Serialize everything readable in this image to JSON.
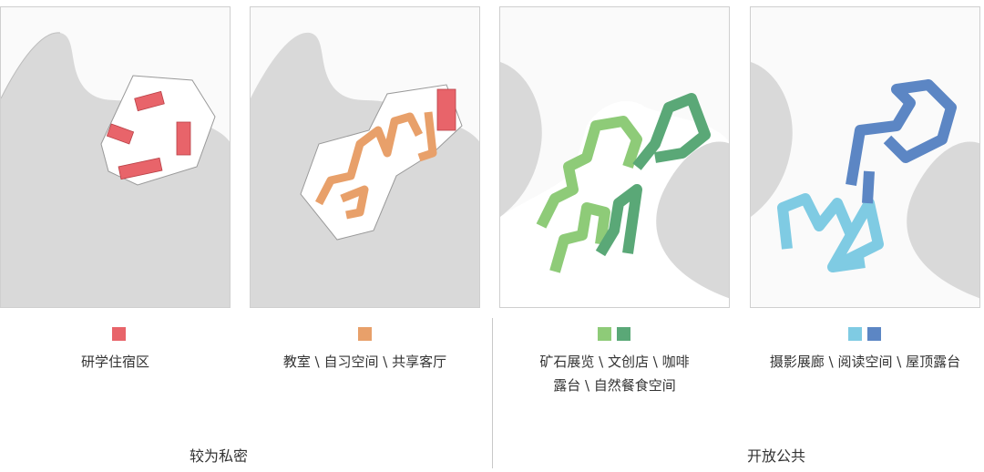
{
  "colors": {
    "dormitory": "#e8646a",
    "classroom": "#e8a06a",
    "exhibition_light": "#8ecb78",
    "exhibition_dark": "#5aa877",
    "photo_light": "#7fcbe3",
    "photo_dark": "#5c86c4",
    "terrain": "#d9d9d9"
  },
  "panels": [
    {
      "caption_lines": [
        "研学住宿区"
      ],
      "swatch_colors": [
        "#e8646a"
      ]
    },
    {
      "caption_lines": [
        "教室 \\ 自习空间 \\ 共享客厅"
      ],
      "swatch_colors": [
        "#e8a06a"
      ]
    },
    {
      "caption_lines": [
        "矿石展览 \\ 文创店 \\ 咖啡",
        "露台 \\ 自然餐食空间"
      ],
      "swatch_colors": [
        "#8ecb78",
        "#5aa877"
      ]
    },
    {
      "caption_lines": [
        "摄影展廊 \\ 阅读空间 \\ 屋顶露台"
      ],
      "swatch_colors": [
        "#7fcbe3",
        "#5c86c4"
      ]
    }
  ],
  "footer": {
    "left_label": "较为私密",
    "right_label": "开放公共"
  }
}
